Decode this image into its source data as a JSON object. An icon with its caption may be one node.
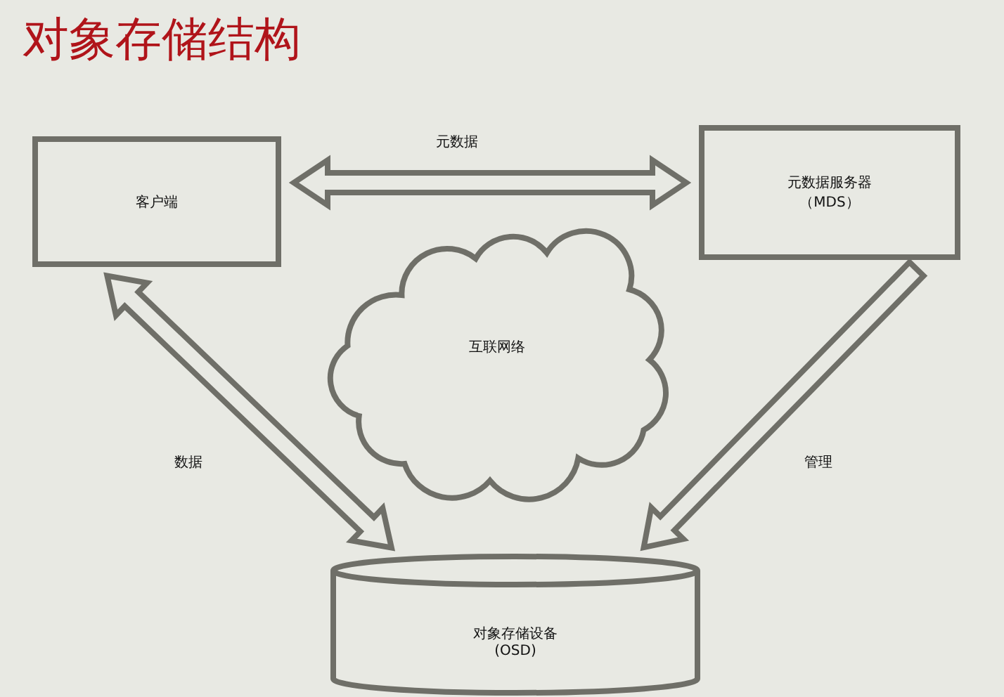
{
  "diagram": {
    "title": "对象存储结构",
    "nodes": [
      {
        "text": [
          "客户端"
        ]
      },
      {
        "text": [
          "元数据服务器（MDS）"
        ]
      },
      {
        "text": [
          "互联网络"
        ]
      },
      {
        "text": [
          "对象存储设备 (OSD)"
        ]
      }
    ],
    "edges": [
      {
        "from": 0,
        "to": 1,
        "arrow": "both",
        "label": "元数据"
      },
      {
        "from": 0,
        "to": 3,
        "arrow": "both",
        "label": "数据"
      },
      {
        "from": 1,
        "to": 3,
        "arrow": "to",
        "label": "管理"
      }
    ]
  }
}
